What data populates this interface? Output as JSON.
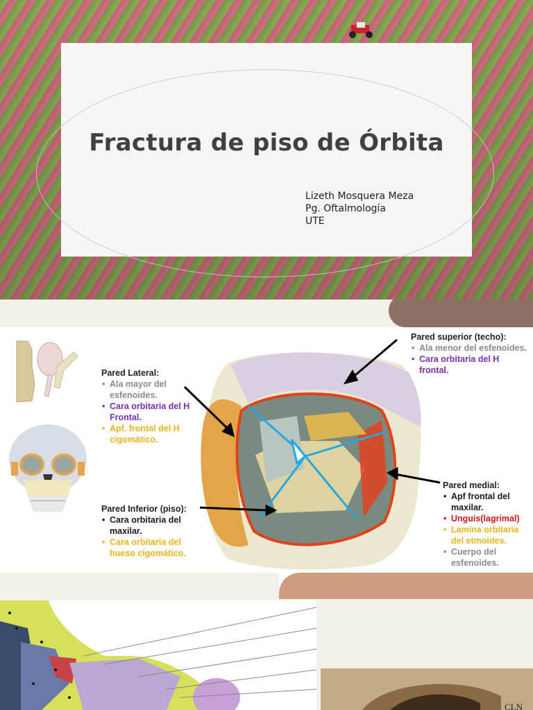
{
  "slide1": {
    "title": "Fractura de piso de Órbita",
    "author_lines": [
      "Lizeth Mosquera Meza",
      "Pg. Oftalmología",
      "UTE"
    ]
  },
  "slide2": {
    "pared_superior": {
      "heading": "Pared superior (techo):",
      "items": [
        {
          "text": "Ala menor del esfenoides.",
          "color": "#8a8a8a"
        },
        {
          "text": "Cara orbitaria del H frontal.",
          "color": "#7b2fb0"
        }
      ]
    },
    "pared_lateral": {
      "heading": "Pared Lateral:",
      "items": [
        {
          "text": "Ala mayor del esfenoides.",
          "color": "#8a8a8a"
        },
        {
          "text": "Cara orbitaria del H Frontal.",
          "color": "#7b2fb0"
        },
        {
          "text": "Apf. frontal del H cigomático.",
          "color": "#e9b51b"
        }
      ]
    },
    "pared_inferior": {
      "heading": "Pared Inferior (piso):",
      "items": [
        {
          "text": "Cara orbitaria del maxilar.",
          "color": "#1a1a1a"
        },
        {
          "text": "Cara orbitaria del hueso cigomático.",
          "color": "#e9b51b"
        }
      ]
    },
    "pared_medial": {
      "heading": "Pared medial:",
      "items": [
        {
          "text": "Apf frontal del maxilar.",
          "color": "#1a1a1a"
        },
        {
          "text": "Unguis(lagrimal)",
          "color": "#d0141b"
        },
        {
          "text": "Lamina orbitaria del etmoides.",
          "color": "#e9b51b"
        },
        {
          "text": "Cuerpo del esfenoides.",
          "color": "#8a8a8a"
        }
      ]
    }
  },
  "slide3": {
    "corner_label": "CLN"
  }
}
